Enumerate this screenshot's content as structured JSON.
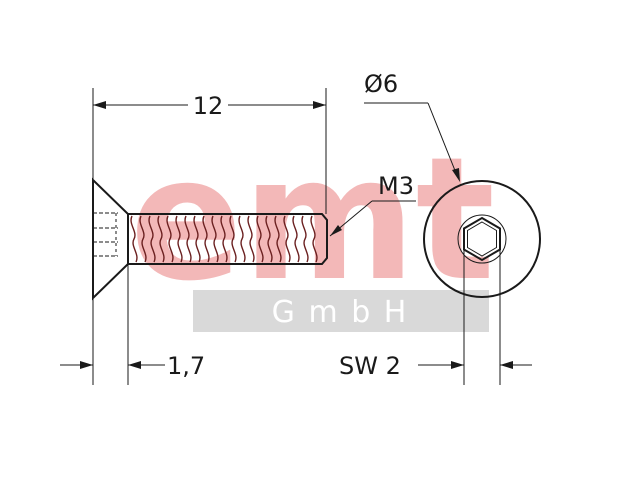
{
  "dimensions": {
    "length": "12",
    "thread": "M3",
    "head_diameter": "Ø6",
    "head_height": "1,7",
    "socket_size": "SW 2"
  },
  "watermark": {
    "logo_letters": "emt",
    "company_suffix": "G m b H",
    "logo_color": "#f3b8b8",
    "band_color": "#d9d9d9"
  },
  "colors": {
    "line": "#1a1a1a",
    "thread": "#6b2020"
  }
}
